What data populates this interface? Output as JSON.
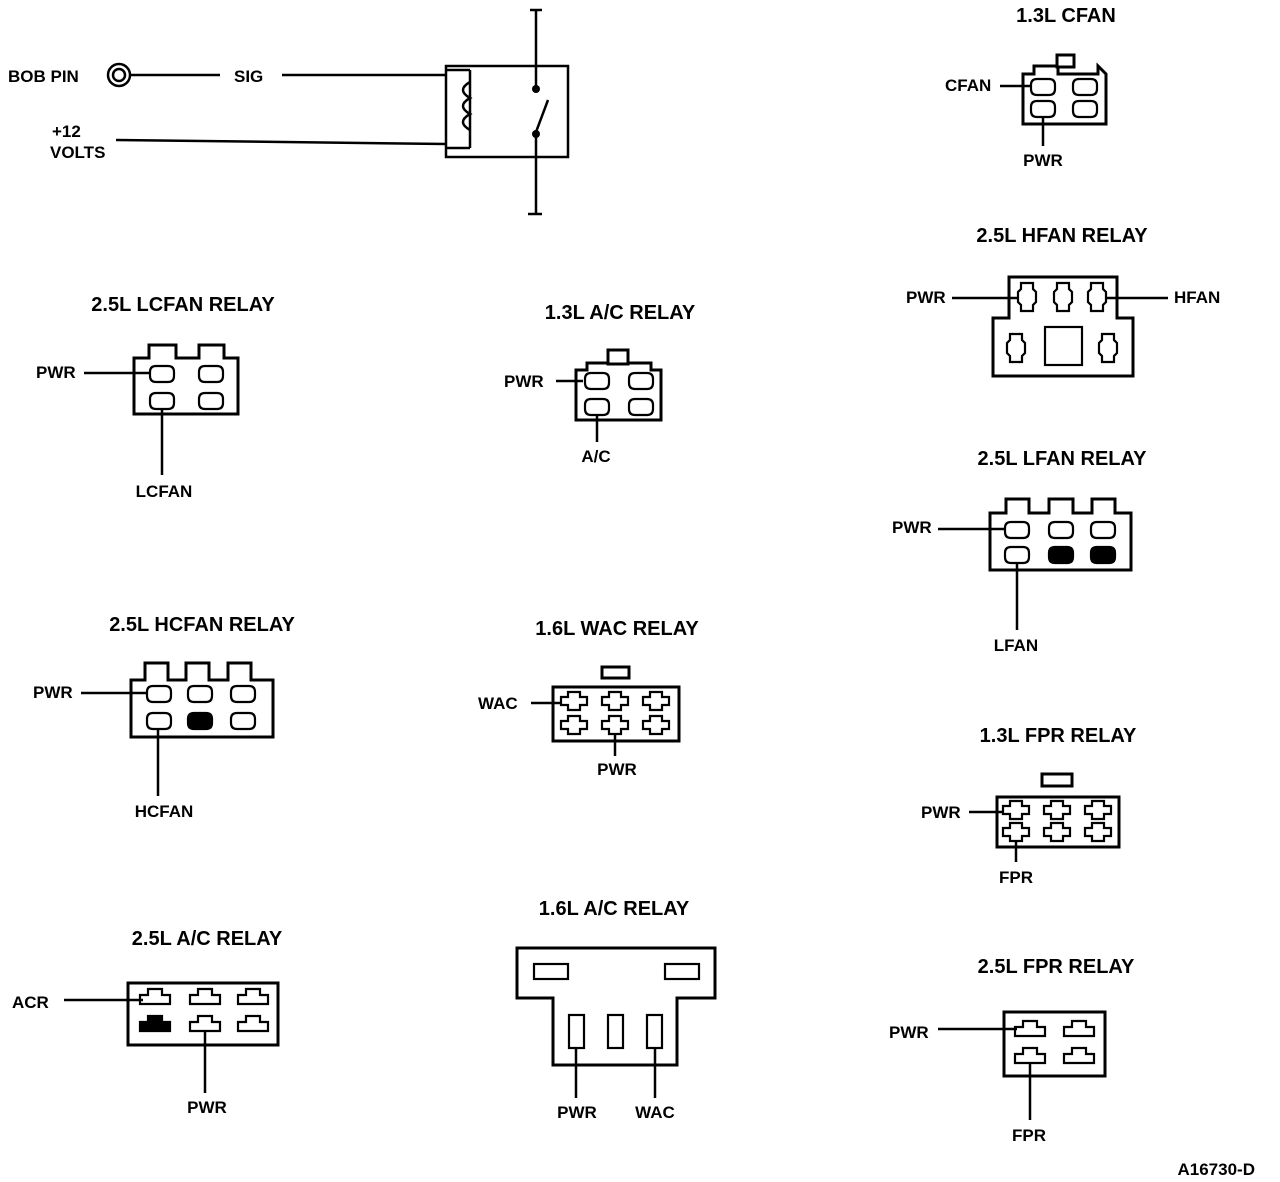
{
  "schematic": {
    "bob_pin": "BOB PIN",
    "sig": "SIG",
    "plus12": "+12",
    "volts": "VOLTS"
  },
  "relays": {
    "cfan_13": {
      "title": "1.3L CFAN",
      "left": "CFAN",
      "bottom": "PWR"
    },
    "lcfan_25": {
      "title": "2.5L LCFAN RELAY",
      "left": "PWR",
      "bottom": "LCFAN"
    },
    "ac_13": {
      "title": "1.3L A/C RELAY",
      "left": "PWR",
      "bottom": "A/C"
    },
    "hfan_25": {
      "title": "2.5L HFAN RELAY",
      "left": "PWR",
      "right": "HFAN"
    },
    "lfan_25": {
      "title": "2.5L LFAN RELAY",
      "left": "PWR",
      "bottom": "LFAN"
    },
    "hcfan_25": {
      "title": "2.5L HCFAN RELAY",
      "left": "PWR",
      "bottom": "HCFAN"
    },
    "wac_16": {
      "title": "1.6L WAC RELAY",
      "left": "WAC",
      "bottom": "PWR"
    },
    "fpr_13": {
      "title": "1.3L FPR RELAY",
      "left": "PWR",
      "bottom": "FPR"
    },
    "ac_25": {
      "title": "2.5L A/C RELAY",
      "left": "ACR",
      "bottom": "PWR"
    },
    "ac_16": {
      "title": "1.6L A/C RELAY",
      "bottom_left": "PWR",
      "bottom_right": "WAC"
    },
    "fpr_25": {
      "title": "2.5L  FPR RELAY",
      "left": "PWR",
      "bottom": "FPR"
    }
  },
  "figure_id": "A16730-D"
}
